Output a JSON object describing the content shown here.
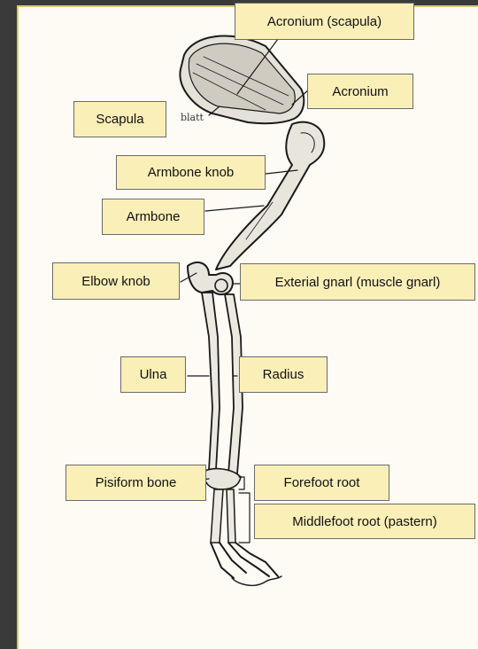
{
  "figure": {
    "background_fragment": "blatt",
    "labels": {
      "acronium_scapula": "Acronium (scapula)",
      "acronium": "Acronium",
      "scapula": "Scapula",
      "armbone_knob": "Armbone knob",
      "armbone": "Armbone",
      "elbow_knob": "Elbow knob",
      "exterial_gnarl": "Exterial gnarl (muscle gnarl)",
      "ulna": "Ulna",
      "radius": "Radius",
      "pisiform_bone": "Pisiform bone",
      "forefoot_root": "Forefoot root",
      "middlefoot_root": "Middlefoot root (pastern)"
    }
  },
  "colors": {
    "label_fill": "#fbefb8",
    "label_border": "#6b6b6b",
    "frame_border": "#d9c874",
    "page_bg": "#fdfbf4",
    "outer_bg": "#3a3a3a"
  }
}
